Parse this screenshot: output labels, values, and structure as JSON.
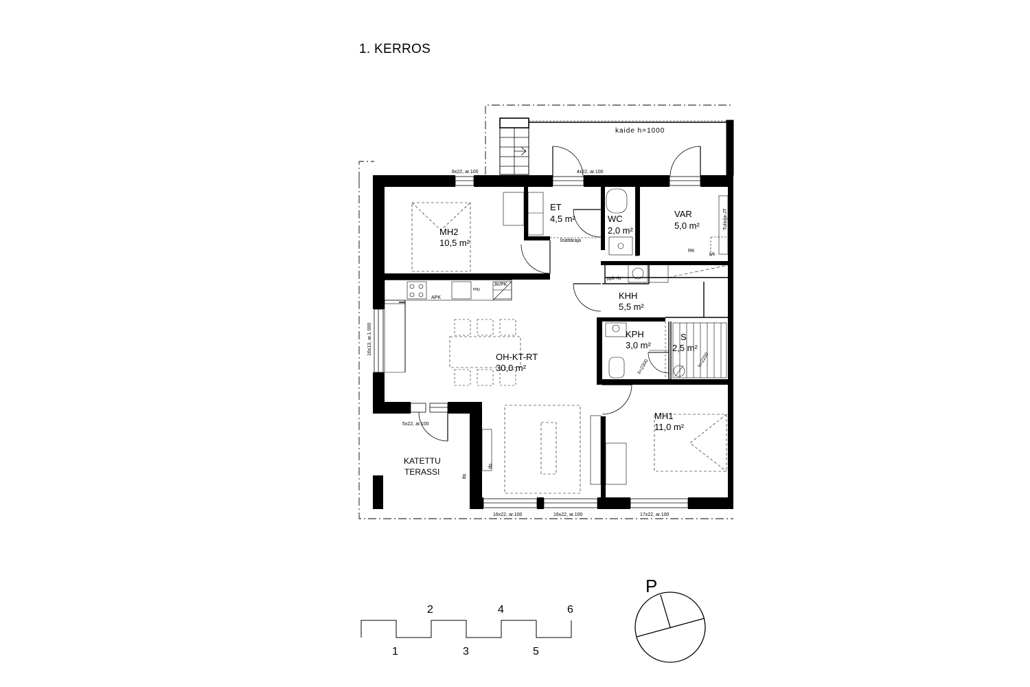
{
  "floor": {
    "title": "1. KERROS"
  },
  "rooms": {
    "et": {
      "name": "ET",
      "area": "4,5 m²"
    },
    "wc": {
      "name": "WC",
      "area": "2,0 m²"
    },
    "var": {
      "name": "VAR",
      "area": "5,0 m²"
    },
    "mh2": {
      "name": "MH2",
      "area": "10,5 m²"
    },
    "khh": {
      "name": "KHH",
      "area": "5,5 m²"
    },
    "kph": {
      "name": "KPH",
      "area": "3,0 m²"
    },
    "sauna": {
      "name": "S",
      "area": "2,5 m²"
    },
    "ohktrt": {
      "name": "OH-KT-RT",
      "area": "30,0 m²"
    },
    "mh1": {
      "name": "MH1",
      "area": "11,0 m²"
    },
    "terrace": {
      "line1": "KATETTU",
      "line2": "TERASSI"
    }
  },
  "windows": {
    "top_left": "8x22, ar.100",
    "top_mid": "4x22, ar.100",
    "west": "16x13, ar.1 000",
    "terrace": "5x22, ar.100",
    "bottom_1": "16x22, ar.100",
    "bottom_2": "16x22, ar.100",
    "bottom_3": "17x22, ar.100"
  },
  "annotations": {
    "railing": "kaide h=1000",
    "isolation": "lisättäraja",
    "cabinet_left": "APK",
    "cabinet_mw": "mu",
    "cabinet_jk": "JK/PK",
    "ppk": "ppk+kr",
    "rk": "RK",
    "ivk": "ivk",
    "tulisija": "Tulisija-JT",
    "h2300": "h=2300",
    "h2200": "h=2200",
    "tip1": "tip",
    "tip2": "tip"
  },
  "scale_bar": {
    "ticks": [
      "1",
      "2",
      "3",
      "4",
      "5",
      "6"
    ]
  },
  "north": {
    "label": "P"
  }
}
